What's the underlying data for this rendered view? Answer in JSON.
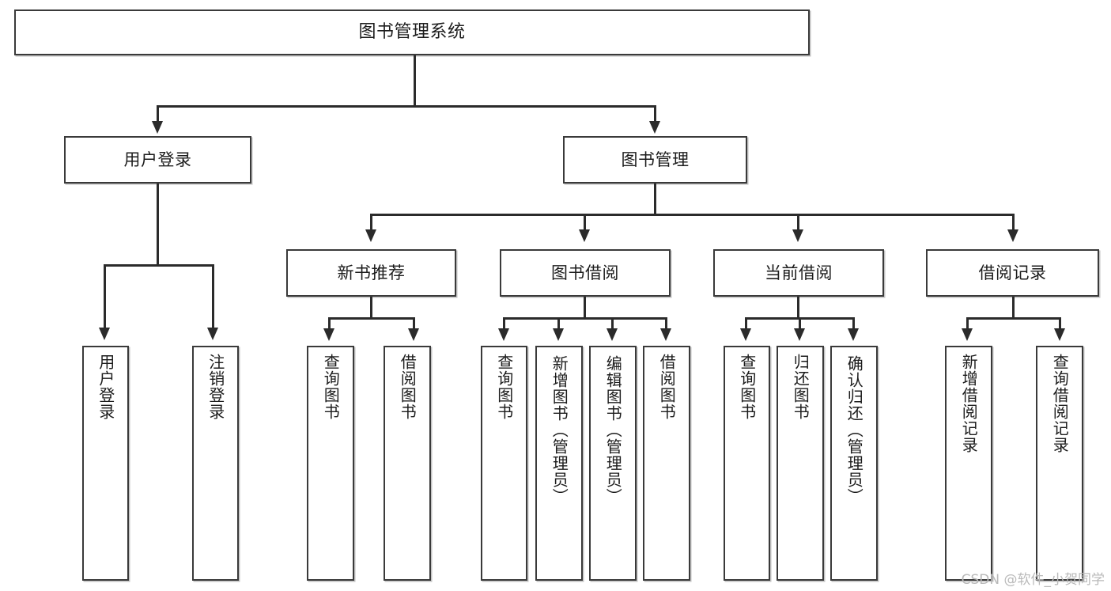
{
  "diagram": {
    "type": "tree",
    "title": "图书管理系统",
    "watermark": "CSDN @软件_小贺同学",
    "colors": {
      "box_border": "#3a3a3a",
      "connector": "#2b2b2b",
      "background": "#ffffff",
      "watermark": "#b9b9b9"
    },
    "root": {
      "label": "图书管理系统"
    },
    "level2": [
      {
        "label": "用户登录"
      },
      {
        "label": "图书管理"
      }
    ],
    "level3": [
      {
        "label": "新书推荐"
      },
      {
        "label": "图书借阅"
      },
      {
        "label": "当前借阅"
      },
      {
        "label": "借阅记录"
      }
    ],
    "leaves": {
      "user_login": [
        {
          "label": "用户登录"
        },
        {
          "label": "注销登录"
        }
      ],
      "new_book_recommend": [
        {
          "label": "查询图书"
        },
        {
          "label": "借阅图书"
        }
      ],
      "book_borrow": [
        {
          "label": "查询图书"
        },
        {
          "label": "新增图书（管理员）"
        },
        {
          "label": "编辑图书（管理员）"
        },
        {
          "label": "借阅图书"
        }
      ],
      "current_borrow": [
        {
          "label": "查询图书"
        },
        {
          "label": "归还图书"
        },
        {
          "label": "确认归还（管理员）"
        }
      ],
      "borrow_records": [
        {
          "label": "新增借阅记录"
        },
        {
          "label": "查询借阅记录"
        }
      ]
    }
  }
}
